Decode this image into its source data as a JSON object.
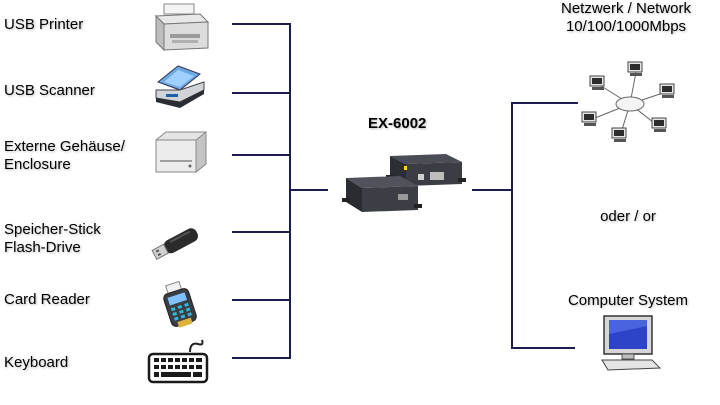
{
  "device_title": "EX-6002",
  "left_devices": [
    {
      "label": "USB Printer",
      "icon": "printer-icon"
    },
    {
      "label": "USB Scanner",
      "icon": "scanner-icon"
    },
    {
      "label": "Externe Gehäuse/\nEnclosure",
      "icon": "hard-drive-enclosure-icon"
    },
    {
      "label": "Speicher-Stick\nFlash-Drive",
      "icon": "usb-flash-drive-icon"
    },
    {
      "label": "Card Reader",
      "icon": "card-reader-icon"
    },
    {
      "label": "Keyboard",
      "icon": "keyboard-icon"
    }
  ],
  "right": {
    "network_label": "Netzwerk / Network\n10/100/1000Mbps",
    "network_icon": "network-computers-icon",
    "or_label": "oder / or",
    "computer_label": "Computer System",
    "computer_icon": "computer-monitor-icon"
  },
  "colors": {
    "wire": "#1c1c50"
  }
}
